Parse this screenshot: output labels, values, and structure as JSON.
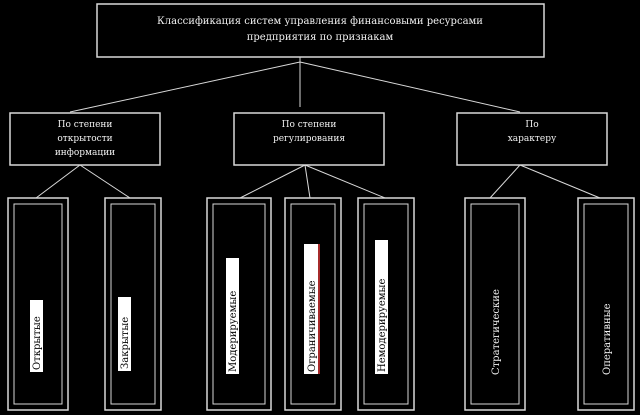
{
  "colors": {
    "background": "#000000",
    "stroke": "#d9d9d9",
    "text": "#f2f2f2",
    "label_fill": "#ffffff",
    "label_text": "#000000",
    "accent": "#a62b2b"
  },
  "diagram": {
    "root": {
      "line1": "Классификация систем управления финансовыми ресурсами",
      "line2": "предприятия по признакам"
    },
    "categories": [
      {
        "line1": "По степени",
        "line2": "открытости",
        "line3": "информации"
      },
      {
        "line1": "По степени",
        "line2": "регулирования",
        "line3": ""
      },
      {
        "line1": "По",
        "line2": "характеру",
        "line3": ""
      }
    ],
    "leaves": [
      {
        "label": "Открытые"
      },
      {
        "label": "Закрытые"
      },
      {
        "label": "Модерируемые"
      },
      {
        "label": "Ограничиваемые"
      },
      {
        "label": "Немодерируемые"
      },
      {
        "label": "Стратегические"
      },
      {
        "label": "Оперативные"
      }
    ]
  }
}
